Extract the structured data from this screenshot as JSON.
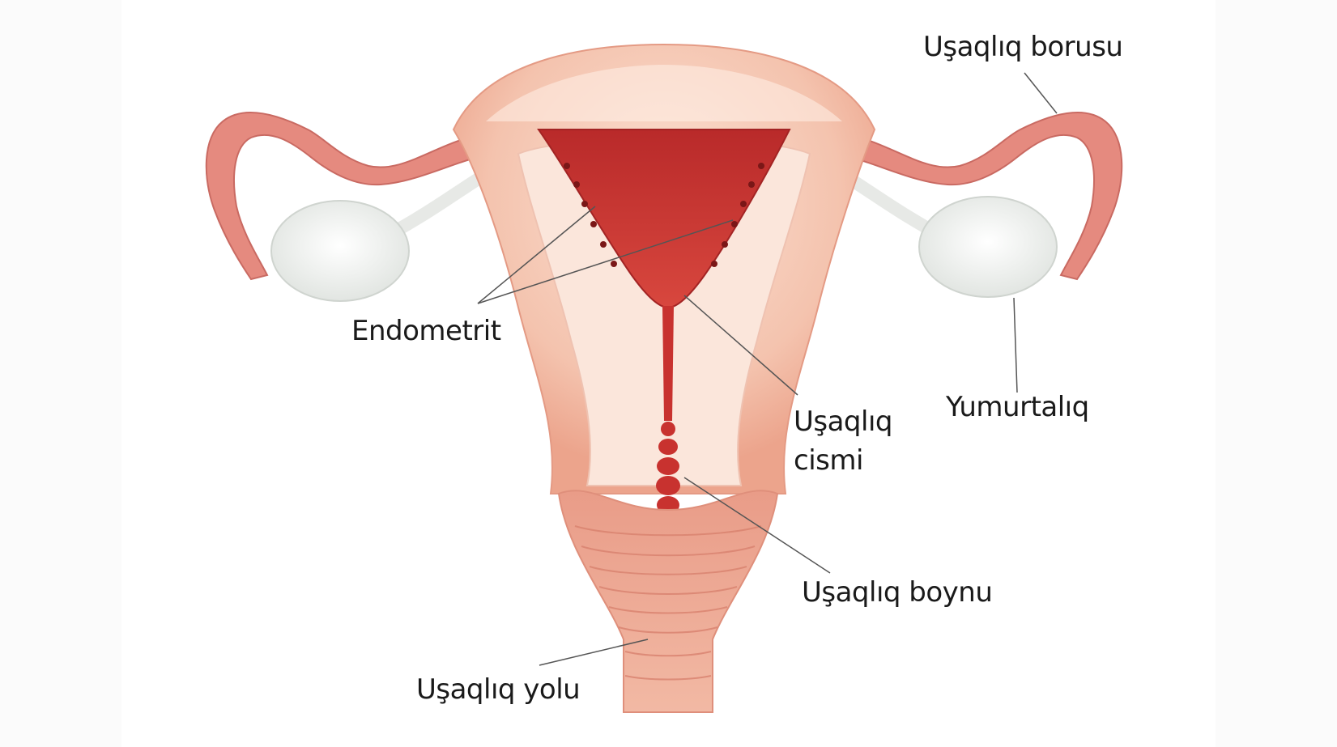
{
  "labels": {
    "fallopian_tube": "Uşaqlıq borusu",
    "endometrium": "Endometrit",
    "uterine_body_line1": "Uşaqlıq",
    "uterine_body_line2": "cismi",
    "ovary": "Yumurtalıq",
    "cervix": "Uşaqlıq boynu",
    "vagina": "Uşaqlıq yolu"
  },
  "colors": {
    "uterus_outer": "#f2b7a2",
    "uterus_inner": "#f9dccd",
    "cavity": "#c8322f",
    "tube": "#e07c72",
    "ovary": "#eef0ee",
    "leader_line": "#555555"
  }
}
